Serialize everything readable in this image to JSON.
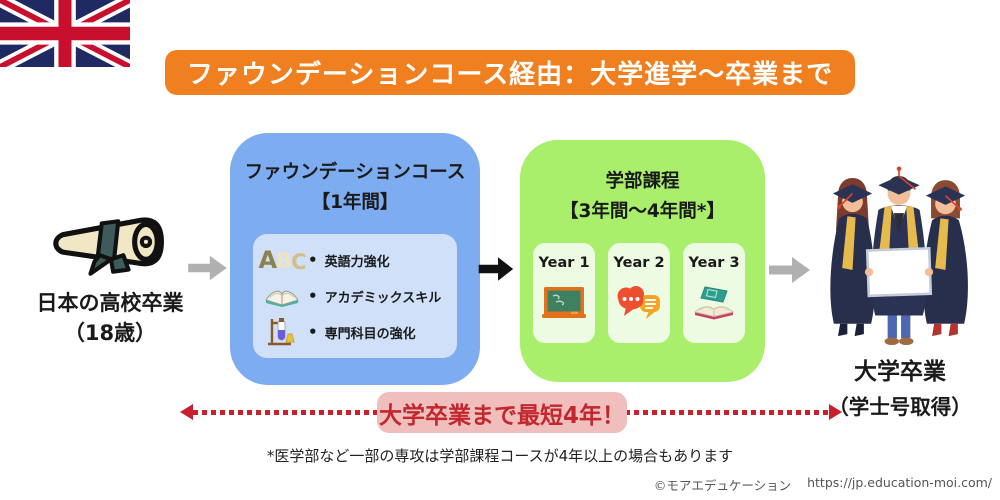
{
  "banner": {
    "title": "ファウンデーションコース経由：大学進学〜卒業まで"
  },
  "start": {
    "icon": "diploma-icon",
    "label_line1": "日本の高校卒業",
    "label_line2": "（18歳）"
  },
  "foundation_box": {
    "title_line1": "ファウンデーションコース",
    "title_line2": "【1年間】",
    "bullet": "•",
    "abc_letters": [
      "A",
      "B",
      "C"
    ],
    "items": [
      {
        "icon": "abc-letters-icon",
        "label": "英語力強化"
      },
      {
        "icon": "open-book-icon",
        "label": "アカデミックスキル"
      },
      {
        "icon": "chemistry-set-icon",
        "label": "専門科目の強化"
      }
    ]
  },
  "degree_box": {
    "title_line1": "学部課程",
    "title_line2": "【3年間〜4年間*】",
    "years": [
      {
        "label": "Year 1",
        "icon": "chalkboard-icon"
      },
      {
        "label": "Year 2",
        "icon": "speech-bubbles-icon"
      },
      {
        "label": "Year 3",
        "icon": "books-icon"
      }
    ]
  },
  "end": {
    "icon": "graduates-illustration",
    "label_line1": "大学卒業",
    "label_line2": "（学士号取得）"
  },
  "timeline": {
    "badge_label": "大学卒業まで最短4年！"
  },
  "footnote": "*医学部など一部の専攻は学部課程コースが4年以上の場合もあります",
  "footer": {
    "copyright": "©モアエデュケーション",
    "url": "https://jp.education-moi.com/"
  },
  "colors": {
    "banner_orange": "#EF7F1F",
    "foundation_blue": "#7DACF0",
    "foundation_inner_blue": "#CFE0F8",
    "degree_green": "#A9EF6C",
    "year_card_green": "#EDFBE2",
    "badge_pink": "#F0BEBD",
    "badge_text_red": "#C1272D",
    "dotted_line_red": "#C9202E",
    "arrow_gray": "#B0B0B0",
    "arrow_black": "#111111"
  }
}
